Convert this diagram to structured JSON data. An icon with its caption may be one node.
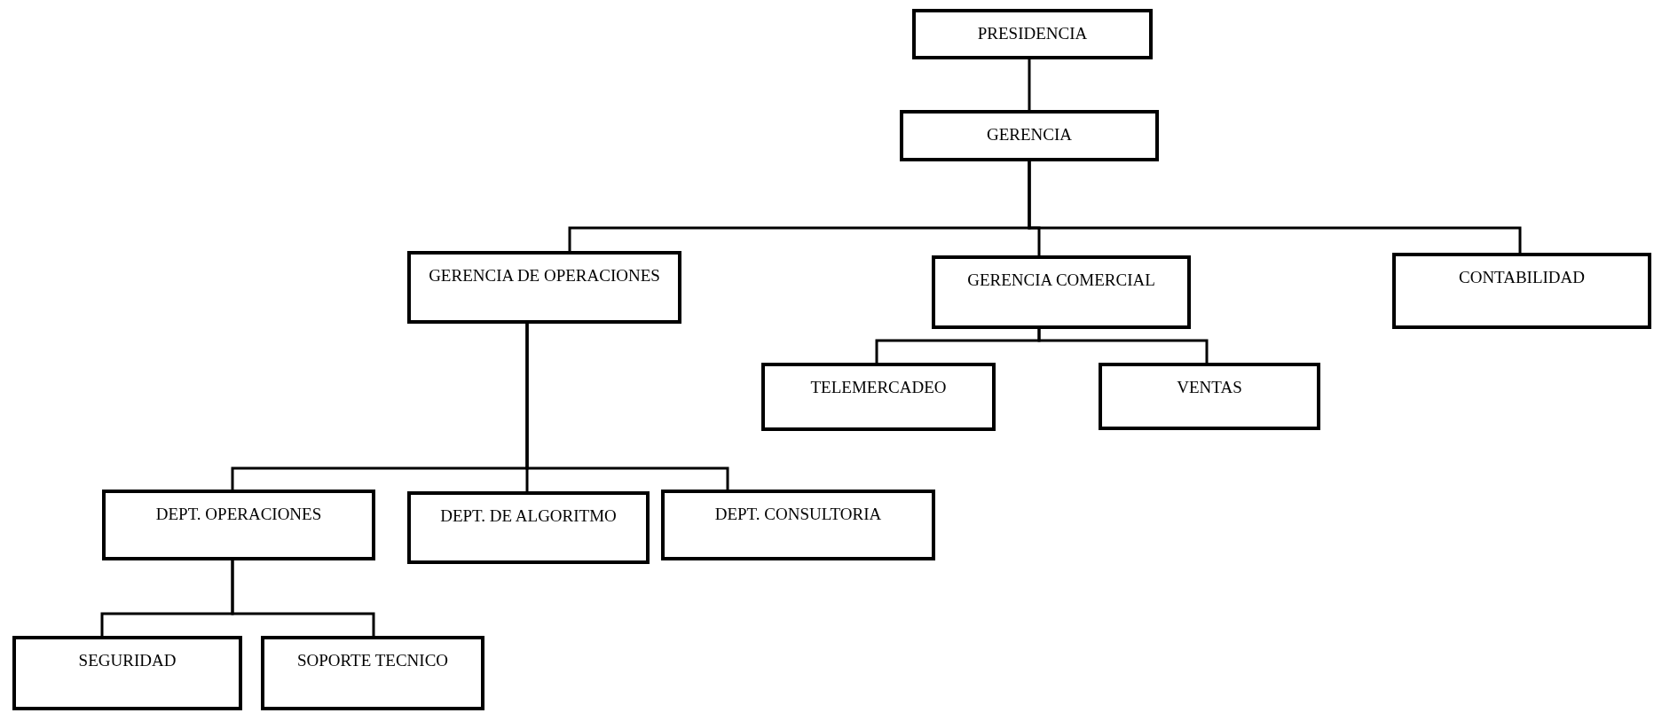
{
  "diagram": {
    "nodes": [
      {
        "text": [
          "PRESIDENCIA"
        ]
      },
      {
        "text": [
          "GERENCIA"
        ]
      },
      {
        "text": [
          "GERENCIA DE OPERACIONES"
        ]
      },
      {
        "text": [
          "GERENCIA COMERCIAL"
        ]
      },
      {
        "text": [
          "CONTABILIDAD"
        ]
      },
      {
        "text": [
          "TELEMERCADEO"
        ]
      },
      {
        "text": [
          "VENTAS"
        ]
      },
      {
        "text": [
          "DEPT. OPERACIONES"
        ]
      },
      {
        "text": [
          "DEPT. DE ALGORITMO"
        ]
      },
      {
        "text": [
          "DEPT. CONSULTORIA"
        ]
      },
      {
        "text": [
          "SEGURIDAD"
        ]
      },
      {
        "text": [
          "SOPORTE TECNICO"
        ]
      }
    ],
    "edges": [
      {
        "from": 0,
        "to": 1,
        "arrow": "none"
      },
      {
        "from": 1,
        "to": 2,
        "arrow": "none"
      },
      {
        "from": 1,
        "to": 3,
        "arrow": "none"
      },
      {
        "from": 1,
        "to": 4,
        "arrow": "none"
      },
      {
        "from": 3,
        "to": 5,
        "arrow": "none"
      },
      {
        "from": 3,
        "to": 6,
        "arrow": "none"
      },
      {
        "from": 2,
        "to": 7,
        "arrow": "none"
      },
      {
        "from": 2,
        "to": 8,
        "arrow": "none"
      },
      {
        "from": 2,
        "to": 9,
        "arrow": "none"
      },
      {
        "from": 7,
        "to": 10,
        "arrow": "none"
      },
      {
        "from": 7,
        "to": 11,
        "arrow": "none"
      }
    ]
  }
}
